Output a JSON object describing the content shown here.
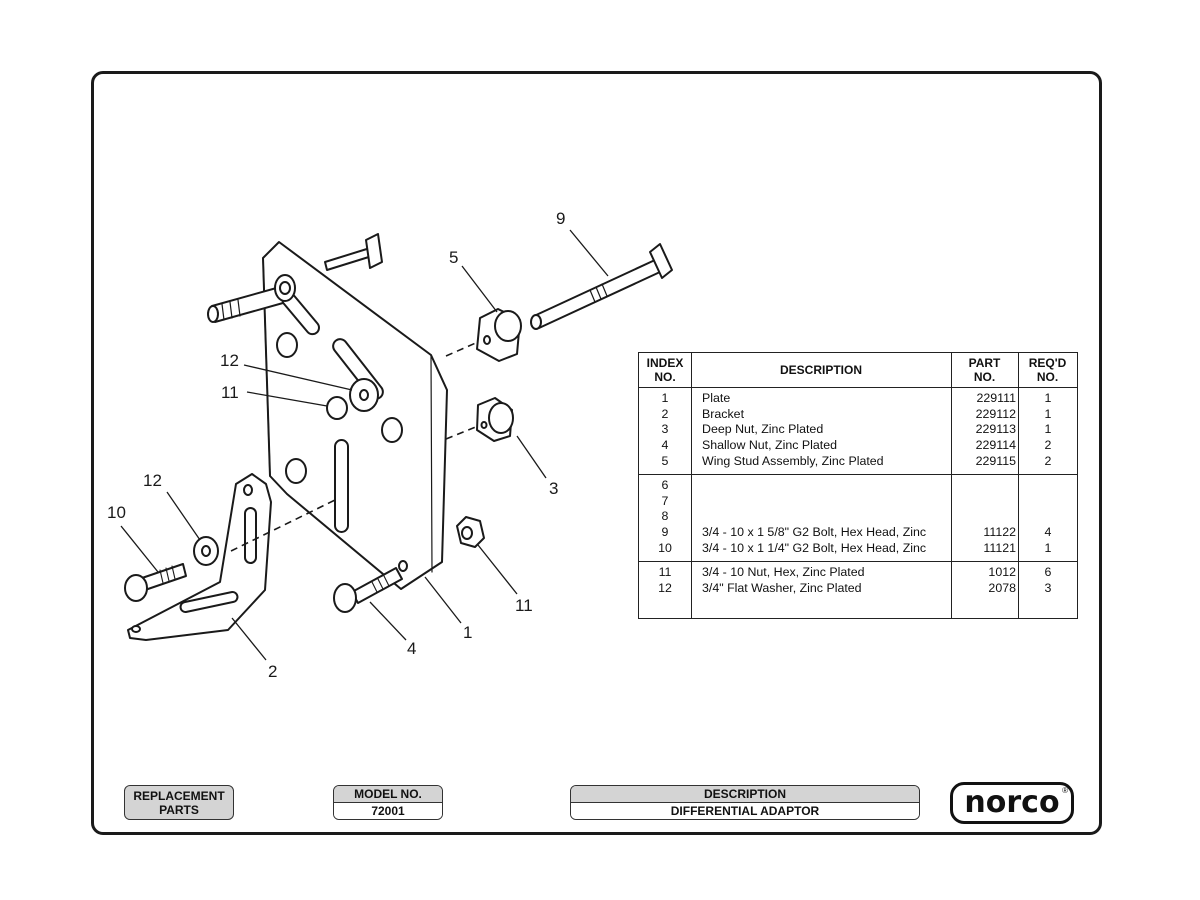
{
  "callouts": [
    "1",
    "2",
    "3",
    "4",
    "5",
    "9",
    "10",
    "11",
    "11",
    "12",
    "12"
  ],
  "table": {
    "headers": {
      "index": "INDEX\nNO.",
      "description": "DESCRIPTION",
      "part": "PART\nNO.",
      "req": "REQ'D\nNO."
    },
    "groups": [
      [
        {
          "index": "1",
          "description": "Plate",
          "part": "229111",
          "req": "1"
        },
        {
          "index": "2",
          "description": "Bracket",
          "part": "229112",
          "req": "1"
        },
        {
          "index": "3",
          "description": "Deep Nut, Zinc Plated",
          "part": "229113",
          "req": "1"
        },
        {
          "index": "4",
          "description": "Shallow Nut, Zinc Plated",
          "part": "229114",
          "req": "2"
        },
        {
          "index": "5",
          "description": "Wing Stud Assembly, Zinc Plated",
          "part": "229115",
          "req": "2"
        }
      ],
      [
        {
          "index": "6",
          "description": "",
          "part": "",
          "req": ""
        },
        {
          "index": "7",
          "description": "",
          "part": "",
          "req": ""
        },
        {
          "index": "8",
          "description": "",
          "part": "",
          "req": ""
        },
        {
          "index": "9",
          "description": "3/4 - 10 x 1 5/8\" G2 Bolt, Hex Head, Zinc",
          "part": "11122",
          "req": "4"
        },
        {
          "index": "10",
          "description": "3/4 - 10 x 1 1/4\" G2 Bolt, Hex Head, Zinc",
          "part": "11121",
          "req": "1"
        }
      ],
      [
        {
          "index": "11",
          "description": "3/4 - 10 Nut, Hex, Zinc Plated",
          "part": "1012",
          "req": "6"
        },
        {
          "index": "12",
          "description": "3/4\" Flat Washer, Zinc Plated",
          "part": "2078",
          "req": "3"
        }
      ]
    ]
  },
  "footer": {
    "replacement": "REPLACEMENT\nPARTS",
    "model_label": "MODEL NO.",
    "model_value": "72001",
    "desc_label": "DESCRIPTION",
    "desc_value": "DIFFERENTIAL ADAPTOR",
    "brand": "norco",
    "reg_mark": "®"
  }
}
